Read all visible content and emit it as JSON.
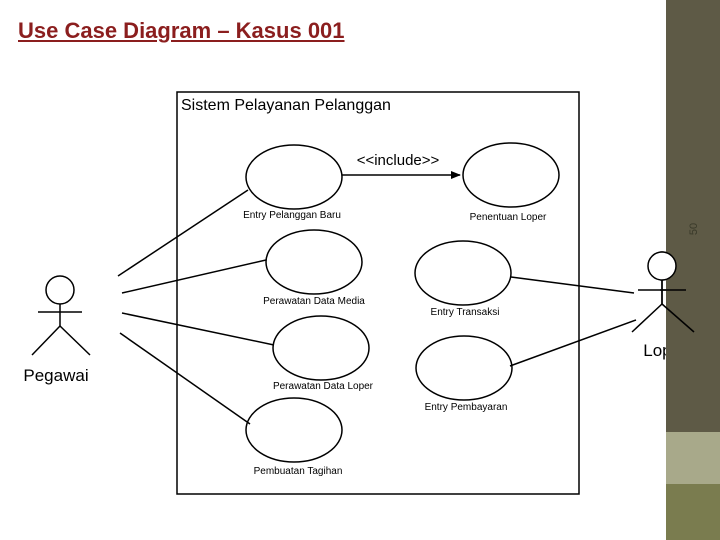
{
  "slide": {
    "title": "Use Case Diagram – Kasus 001",
    "page_number": "50"
  },
  "diagram": {
    "system_name": "Sistem Pelayanan Pelanggan",
    "include_label": "<<include>>",
    "actors": {
      "pegawai": "Pegawai",
      "loper": "Loper"
    },
    "use_cases": {
      "entry_pelanggan_baru": "Entry Pelanggan Baru",
      "penentuan_loper": "Penentuan Loper",
      "perawatan_data_media": "Perawatan Data Media",
      "entry_transaksi": "Entry Transaksi",
      "perawatan_data_loper": "Perawatan Data Loper",
      "entry_pembayaran": "Entry Pembayaran",
      "pembuatan_tagihan": "Pembuatan Tagihan"
    }
  },
  "colors": {
    "title": "#8b1e1e",
    "sidebar": "#5e5a46",
    "sidebar_block_light": "#a8a98a",
    "sidebar_block_dark": "#7a7c4f"
  }
}
